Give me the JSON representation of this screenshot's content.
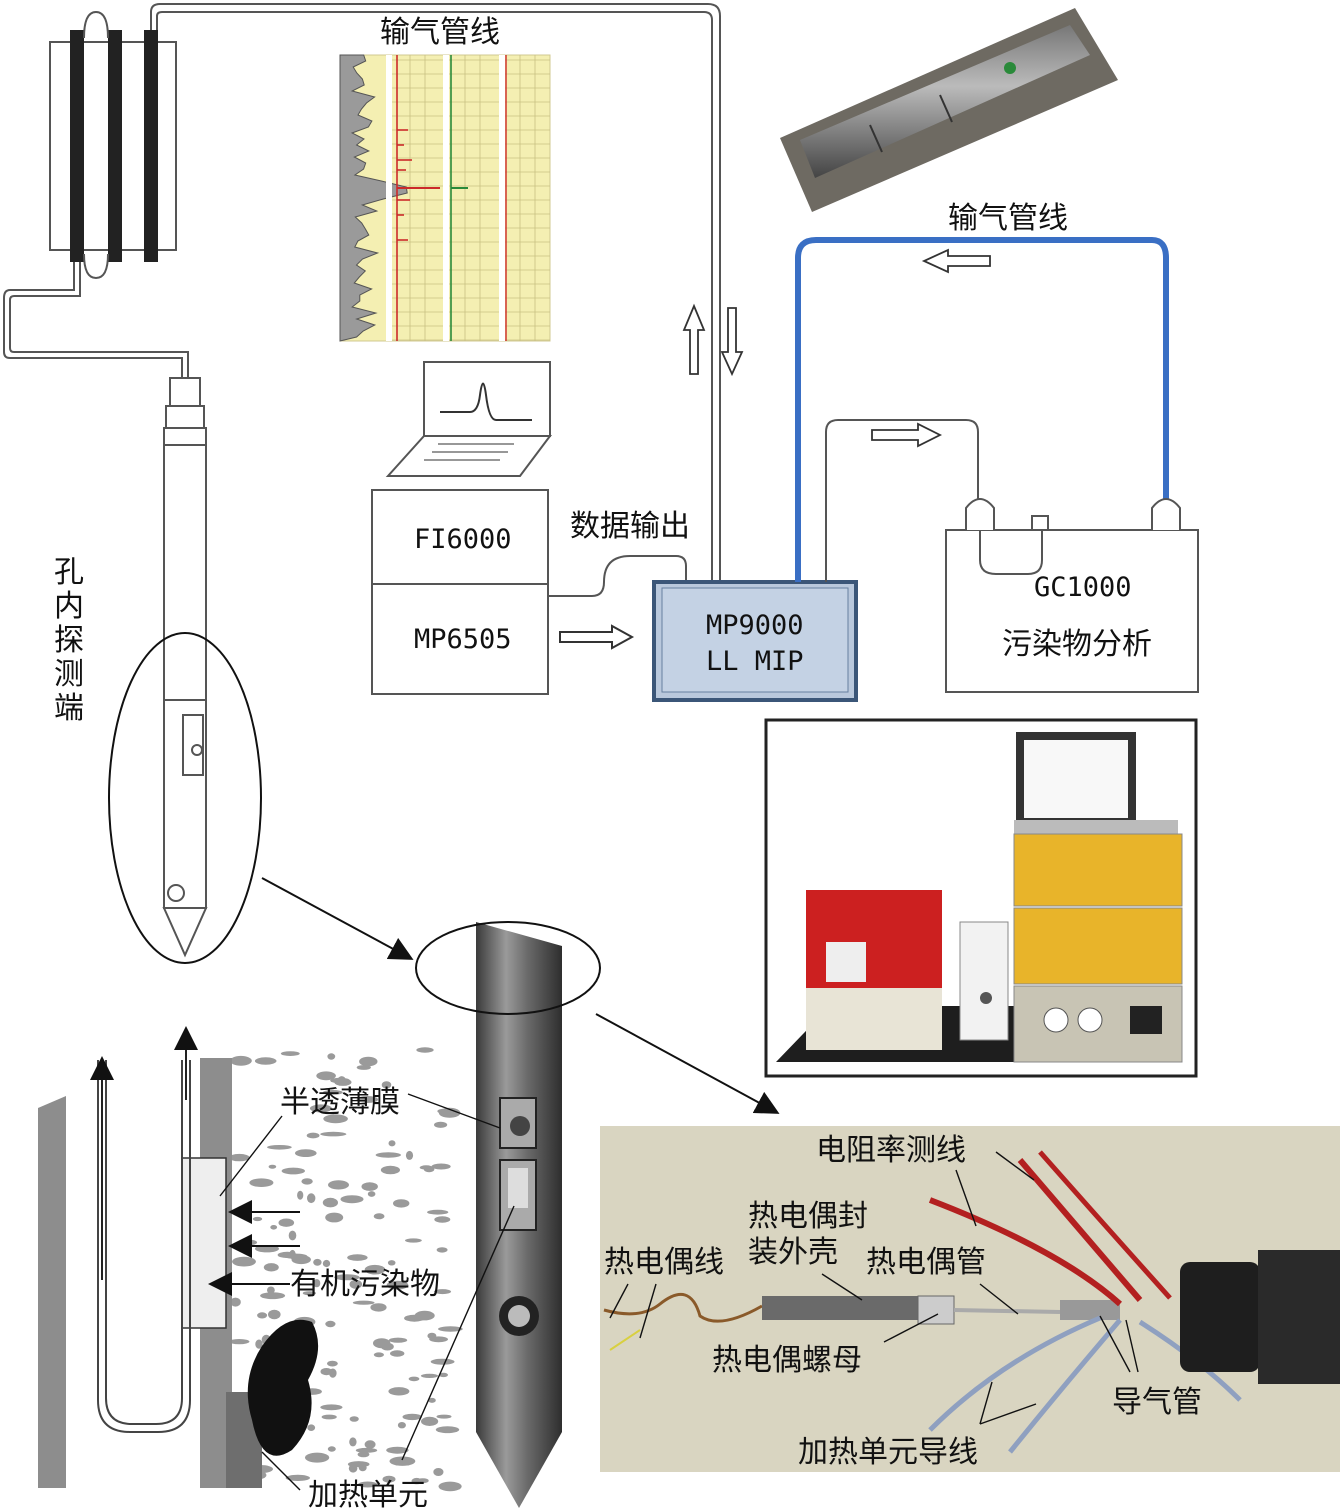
{
  "colors": {
    "line": "#333333",
    "blue_tube": "#3a6fc4",
    "mip_fill": "#b8c8dc",
    "mip_border": "#3b5678",
    "chart_bg": "#f5f0b8",
    "trace_red": "#cc2a2a",
    "trace_green": "#2a8a3a",
    "probe_dark": "#4a4a4a",
    "photo_bg": "#d9d4c0",
    "wire_red": "#b32020",
    "wire_blue": "#8fa0c0"
  },
  "labels": {
    "gas_line_top": "输气管线",
    "gas_line_right": "输气管线",
    "data_output": "数据输出",
    "probe_end": "孔内探测端",
    "fi6000": "FI6000",
    "mp6505": "MP6505",
    "mip_line1": "MP9000",
    "mip_line2": "LL MIP",
    "gc_line1": "GC1000",
    "gc_line2": "污染物分析",
    "membrane": "半透薄膜",
    "organic": "有机污染物",
    "heater": "加热单元",
    "resistivity_wire": "电阻率测线",
    "tc_housing_1": "热电偶封",
    "tc_housing_2": "装外壳",
    "tc_wire": "热电偶线",
    "tc_tube": "热电偶管",
    "tc_nut": "热电偶螺母",
    "gas_tube": "导气管",
    "heater_wire": "加热单元导线"
  }
}
